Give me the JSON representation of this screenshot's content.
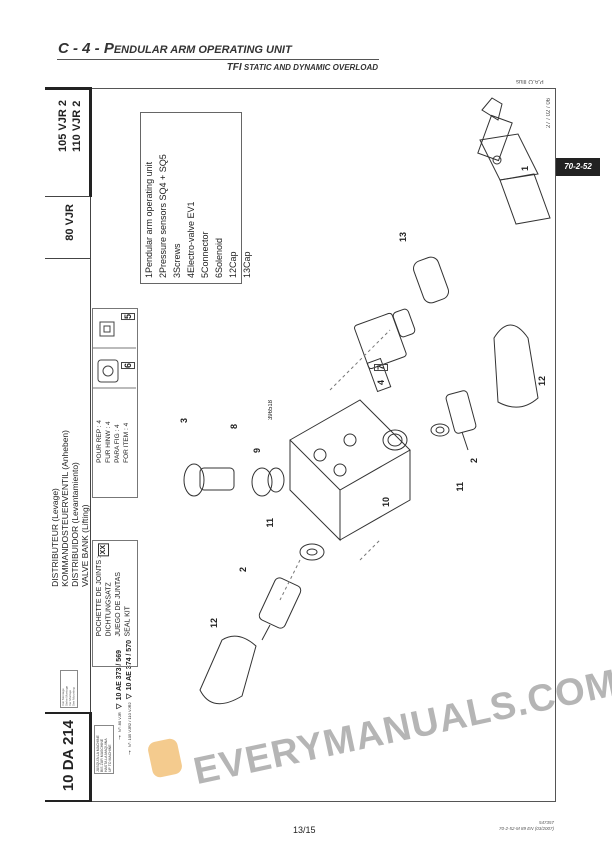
{
  "header": {
    "title_prefix": "C - 4 - P",
    "title_rest": "ENDULAR ARM OPERATING UNIT",
    "subtitle_prefix": "TFI",
    "subtitle_rest": " STATIC AND DYNAMIC OVERLOAD",
    "illus_tag": "P.A.O Illus",
    "date": "27 / 02 / 06",
    "section_tab": "70-2-52"
  },
  "side_column": {
    "models_top": [
      "105 VJR 2",
      "110 VJR 2"
    ],
    "model_mid": "80 VJR",
    "designation": [
      "DISTRIBUTEUR (Levage)",
      "KOMMANDOSTEUERVENTIL (Anheben)",
      "DISTRIBUIDOR (Levantamiento)",
      "VALVE BANK (Lifting)"
    ],
    "reference": "10 DA 214",
    "voir_montage": [
      "Voir Montage",
      "Siehe Montage",
      "Ver Montaje",
      "See Mounting"
    ]
  },
  "machine_box": {
    "lines": [
      "JUSQU'A LA MACHINE",
      "BIS ZUR MASCHINE",
      "HASTA LA MAQUINA",
      "UP TO MACHINE"
    ],
    "arrow_1_prefix": "N°: 80 VJR",
    "arrow_1": "10 AE 373 / 569",
    "arrow_2_prefix": "N°: 105 VJR2 / 110 VJR2",
    "arrow_2": "10 AE 374 / 570"
  },
  "repair_box": {
    "lines": [
      "POUR REP : 4",
      "FUR HINW : 4",
      "PARA FIG : 4",
      "FOR ITEM : 4"
    ]
  },
  "seal_kit": {
    "lines": [
      "POCHETTE DE JOINTS :",
      "DICHTUNGSATZ",
      "JUEGO DE JUNTAS",
      "SEAL KIT"
    ],
    "badge": "XX"
  },
  "legend": [
    {
      "num": "1",
      "label": "Pendular arm operating unit"
    },
    {
      "num": "2",
      "label": "Pressure sensors SQ4 + SQ5"
    },
    {
      "num": "3",
      "label": "Screws"
    },
    {
      "num": "4",
      "label": "Electro-valve EV1"
    },
    {
      "num": "5",
      "label": "Connector"
    },
    {
      "num": "6",
      "label": "Solenoid"
    },
    {
      "num": "12",
      "label": "Cap"
    },
    {
      "num": "13",
      "label": "Cap"
    }
  ],
  "callouts": [
    "1",
    "13",
    "12",
    "2",
    "11",
    "10",
    "7",
    "4",
    "3",
    "8",
    "9",
    "5",
    "6",
    "11",
    "2",
    "12"
  ],
  "part_code": "396518",
  "watermark": "EVERYMANUALS.COM",
  "footer": {
    "page": "13/15",
    "doc_number": "547357",
    "doc_ref": "70-2-52-M 89 EN (03/2007)"
  }
}
